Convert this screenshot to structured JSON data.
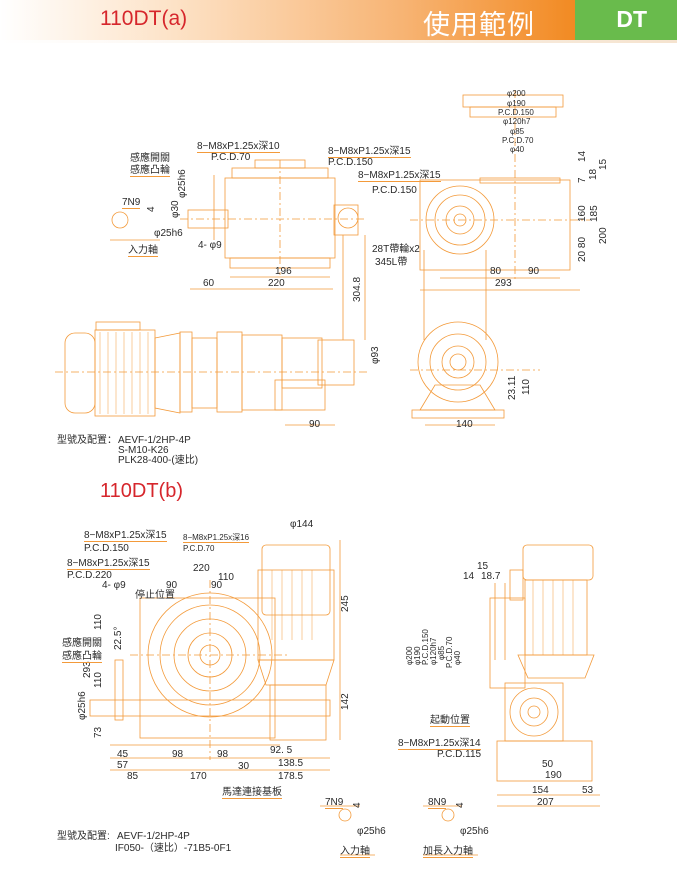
{
  "header": {
    "model": "110DT(a)",
    "title": "使用範例",
    "badge": "DT"
  },
  "colors": {
    "line": "#f39a3a",
    "accent_red": "#d6262c",
    "badge_green": "#69bb4c",
    "header_orange": "#f28a22"
  },
  "section_a": {
    "callouts": {
      "tap1": "8−M8xP1.25x深10",
      "tap1_pcd": "P.C.D.70",
      "tap2": "8−M8xP1.25x深15",
      "tap2_pcd": "P.C.D.150",
      "tap3": "8−M8xP1.25x深15",
      "tap3_pcd": "P.C.D.150",
      "sensor_switch": "感應開關",
      "sensor_cam": "感應凸輪",
      "keyway": "7N9",
      "key_depth": "4",
      "shaft_dia": "φ25h6",
      "input_shaft": "入力軸",
      "shaft_dia_v": "φ25h6",
      "shaft_30": "φ30",
      "holes": "4- φ9",
      "pulley": "28T帶輪x2",
      "belt": "345L帶"
    },
    "dims": {
      "d196": "196",
      "d220": "220",
      "d60": "60",
      "d304": "304.8",
      "phi200": "φ200",
      "phi190": "φ190",
      "pcd150": "P.C.D.150",
      "phi120": "φ120h7",
      "phi85": "φ85",
      "pcd70": "P.C.D.70",
      "phi40": "φ40",
      "d14": "14",
      "d15": "15",
      "d18": "18",
      "d7": "7",
      "d160": "160",
      "d185": "185",
      "d200": "200",
      "d20_80": "20 80",
      "d80": "80",
      "d90": "90",
      "d293": "293",
      "phi93": "φ93",
      "d23": "23.11",
      "d110": "110",
      "d90b": "90",
      "d140": "140"
    },
    "spec_label": "型號及配置：",
    "spec_lines": [
      "AEVF-1/2HP-4P",
      "S-M10-K26",
      "PLK28-400-(速比)"
    ]
  },
  "section_b": {
    "title": "110DT(b)",
    "callouts": {
      "tap1": "8−M8xP1.25x深15",
      "tap1_pcd": "P.C.D.150",
      "tap2": "8−M8xP1.25x深16",
      "tap2_pcd": "P.C.D.70",
      "tap3": "8−M8xP1.25x深15",
      "tap3_pcd": "P.C.D.220",
      "holes": "4- φ9",
      "stop_pos": "停止位置",
      "sensor_switch": "感應開關",
      "sensor_cam": "感應凸輪",
      "motor_plate": "馬達連接基板",
      "start_pos": "起動位置",
      "tap4": "8−M8xP1.25x深14",
      "tap4_pcd": "P.C.D.115",
      "keyway1": "7N9",
      "key1_depth": "4",
      "shaft1_dia": "φ25h6",
      "input_shaft": "入力軸",
      "keyway2": "8N9",
      "key2_depth": "4",
      "shaft2_dia": "φ25h6",
      "ext_input_shaft": "加長入力軸"
    },
    "dims": {
      "d220": "220",
      "d110": "110",
      "d90a": "90",
      "d90b": "90",
      "phi144": "φ144",
      "d245": "245",
      "d142": "142",
      "v110a": "110",
      "angle": "22.5°",
      "v293": "293",
      "v110b": "110",
      "phi25": "φ25h6",
      "v73": "73",
      "d45": "45",
      "d57": "57",
      "d85": "85",
      "d98a": "98",
      "d98b": "98",
      "d170": "170",
      "d92": "92. 5",
      "d30": "30",
      "d138": "138.5",
      "d178": "178.5",
      "d15": "15",
      "d14": "14",
      "d18": "18.7",
      "phi200": "φ200",
      "phi190": "φ190",
      "pcd150": "P.C.D.150",
      "phi120": "φ120h7",
      "phi85": "φ85",
      "pcd70": "P.C.D.70",
      "phi40": "φ40",
      "d50": "50",
      "d190": "190",
      "d154": "154",
      "d53": "53",
      "d207": "207"
    },
    "spec_label": "型號及配置:",
    "spec_lines": [
      "AEVF-1/2HP-4P",
      "IF050-（速比）-71B5-0F1"
    ]
  }
}
